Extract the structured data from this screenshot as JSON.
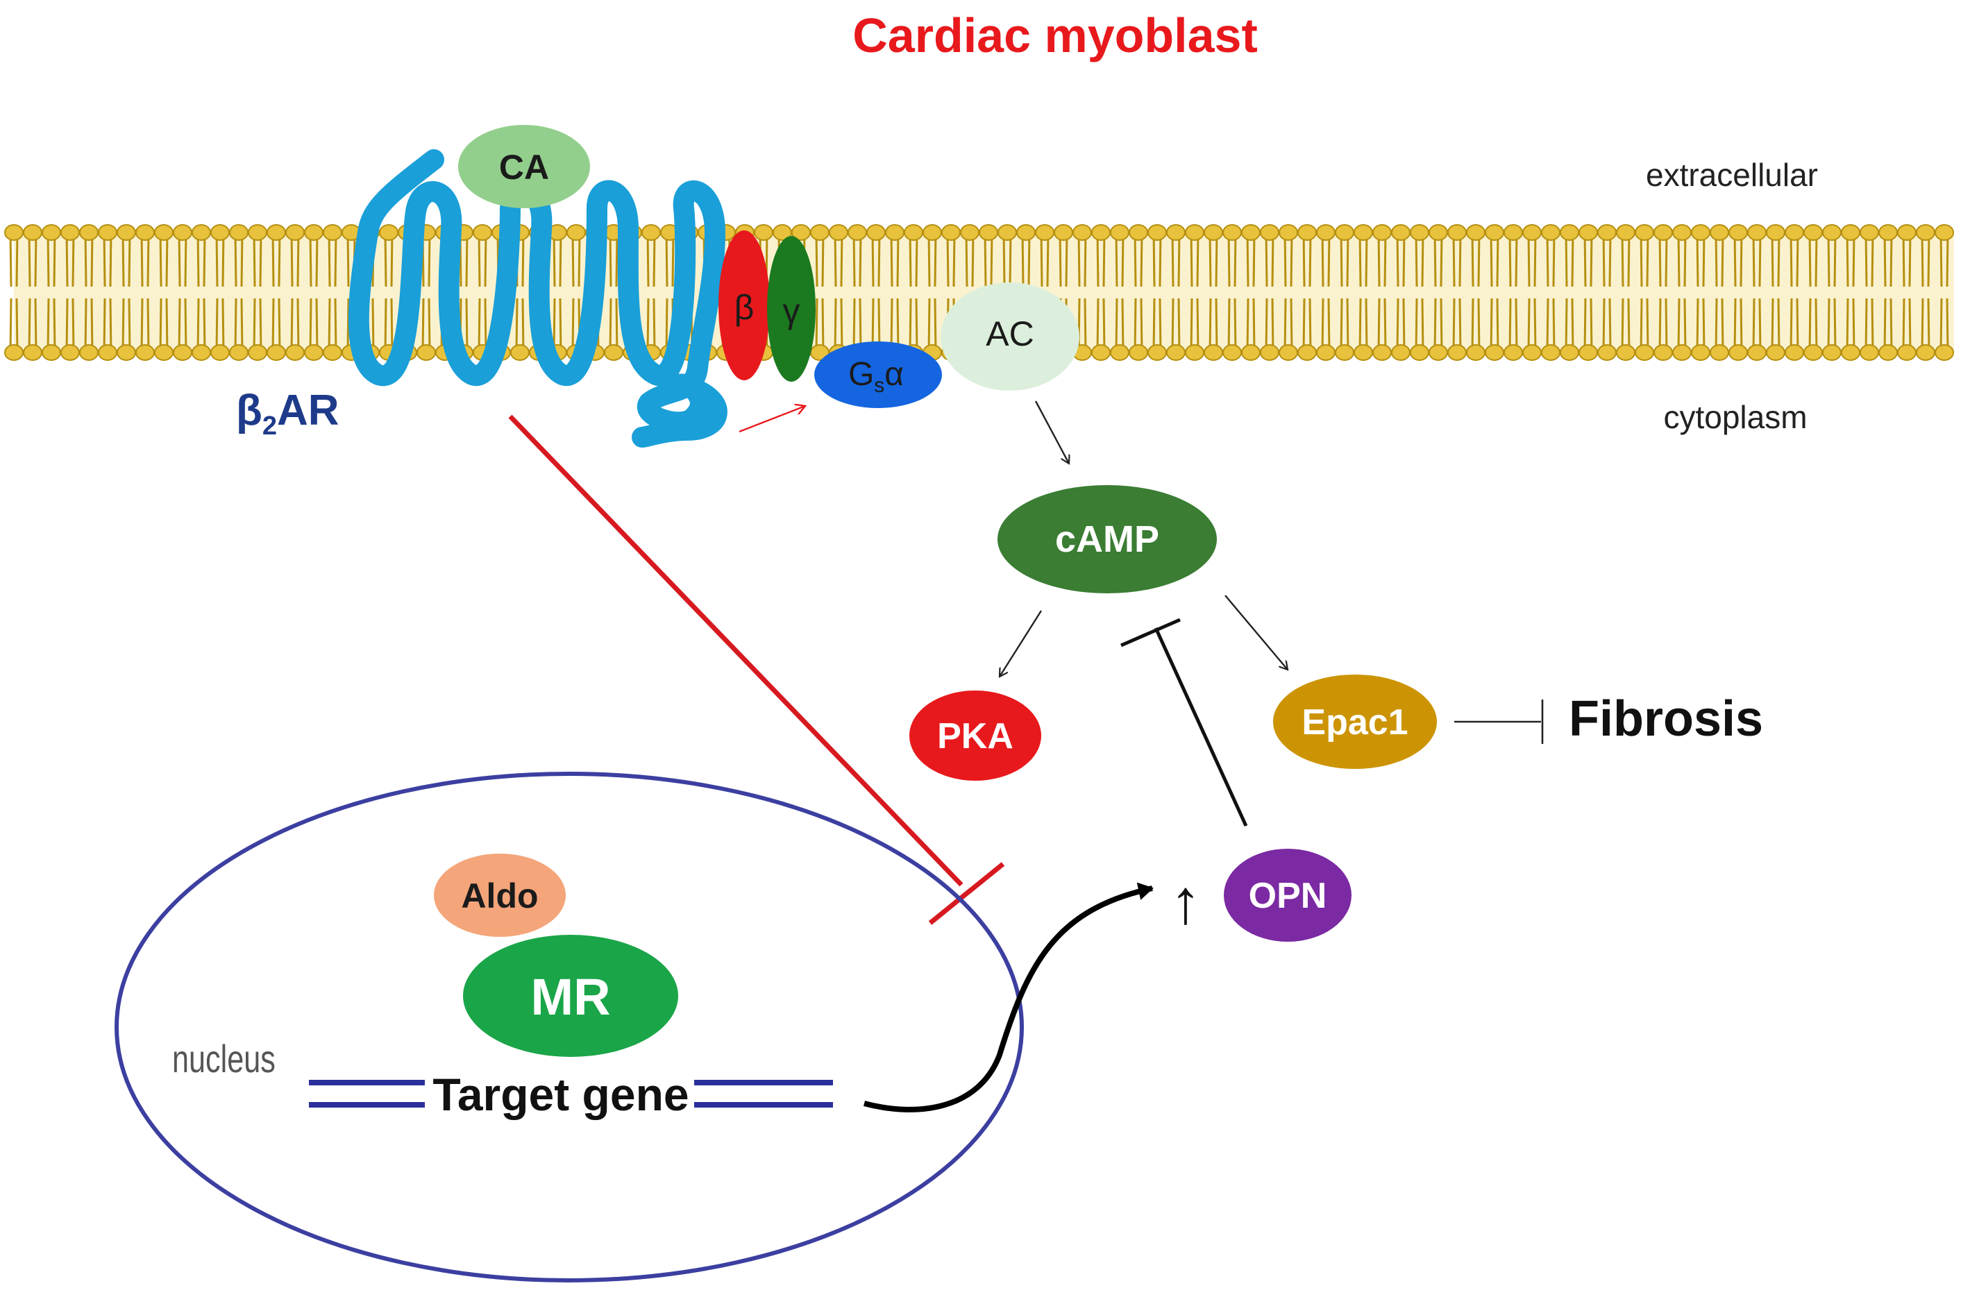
{
  "title": "Cardiac myoblast",
  "compartments": {
    "extracellular": "extracellular",
    "cytoplasm": "cytoplasm",
    "nucleus": "nucleus"
  },
  "receptor": {
    "base": "β",
    "subscript": "2",
    "suffix": "AR"
  },
  "ligands": {
    "ca": "CA",
    "aldo": "Aldo"
  },
  "g_protein": {
    "beta": "β",
    "gamma": "γ",
    "alpha_base": "G",
    "alpha_sub": "s",
    "alpha_suffix": "α"
  },
  "nodes": {
    "ac": "AC",
    "camp": "cAMP",
    "pka": "PKA",
    "epac1": "Epac1",
    "opn": "OPN",
    "mr": "MR",
    "target_gene": "Target gene",
    "opn_increase": "↑"
  },
  "outcome": "Fibrosis",
  "colors": {
    "title": "#e8191c",
    "membrane": "#e8c23c",
    "membrane_edge": "#b58f10",
    "receptor": "#1a9fd8",
    "ca": "#93cf8c",
    "beta": "#e8191c",
    "gamma": "#1b7a1f",
    "gs_alpha": "#1565e0",
    "ac": "#dcefdc",
    "camp": "#3a7d33",
    "pka": "#e8191c",
    "epac1": "#cc9404",
    "opn": "#7b2aa3",
    "aldo": "#f4a57a",
    "mr": "#1aa548",
    "nucleus": "#3c3fa0",
    "inhibition_red": "#d71920"
  }
}
